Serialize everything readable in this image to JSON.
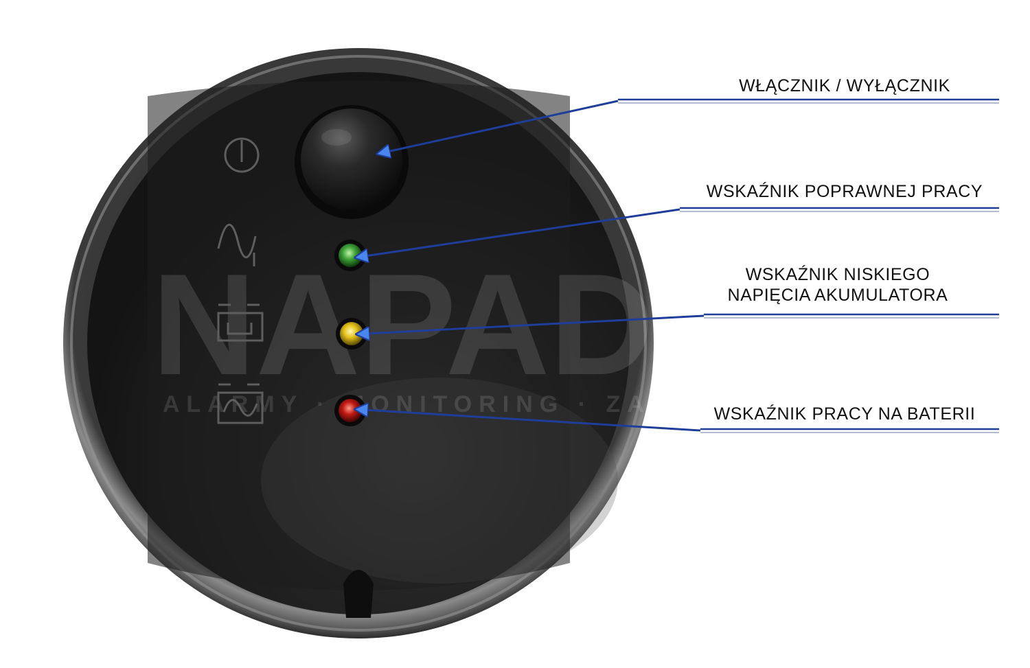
{
  "watermark": {
    "brand": "NAPAD.PL",
    "tagline": "ALARMY · MONITORING · ZABEZPIECZEŃ"
  },
  "callouts": {
    "power": {
      "text": "WŁĄCZNIK / WYŁĄCZNIK"
    },
    "ok": {
      "text": "WSKAŹNIK POPRAWNEJ PRACY"
    },
    "low_battery": {
      "line1": "WSKAŹNIK NISKIEGO",
      "line2": "NAPIĘCIA AKUMULATORA"
    },
    "on_battery": {
      "text": "WSKAŹNIK PRACY NA BATERII"
    }
  },
  "icons": {
    "power": "power-symbol-icon",
    "mains": "sine-wave-icon",
    "low_battery": "battery-low-icon",
    "battery_mode": "battery-ac-icon"
  },
  "colors": {
    "leader_line": "#1f3e9a",
    "led_green": "#3fa33a",
    "led_yellow": "#e3c21a",
    "led_red": "#c01a12",
    "panel": "#1b1b1b",
    "rim": "#6e6e6e"
  }
}
